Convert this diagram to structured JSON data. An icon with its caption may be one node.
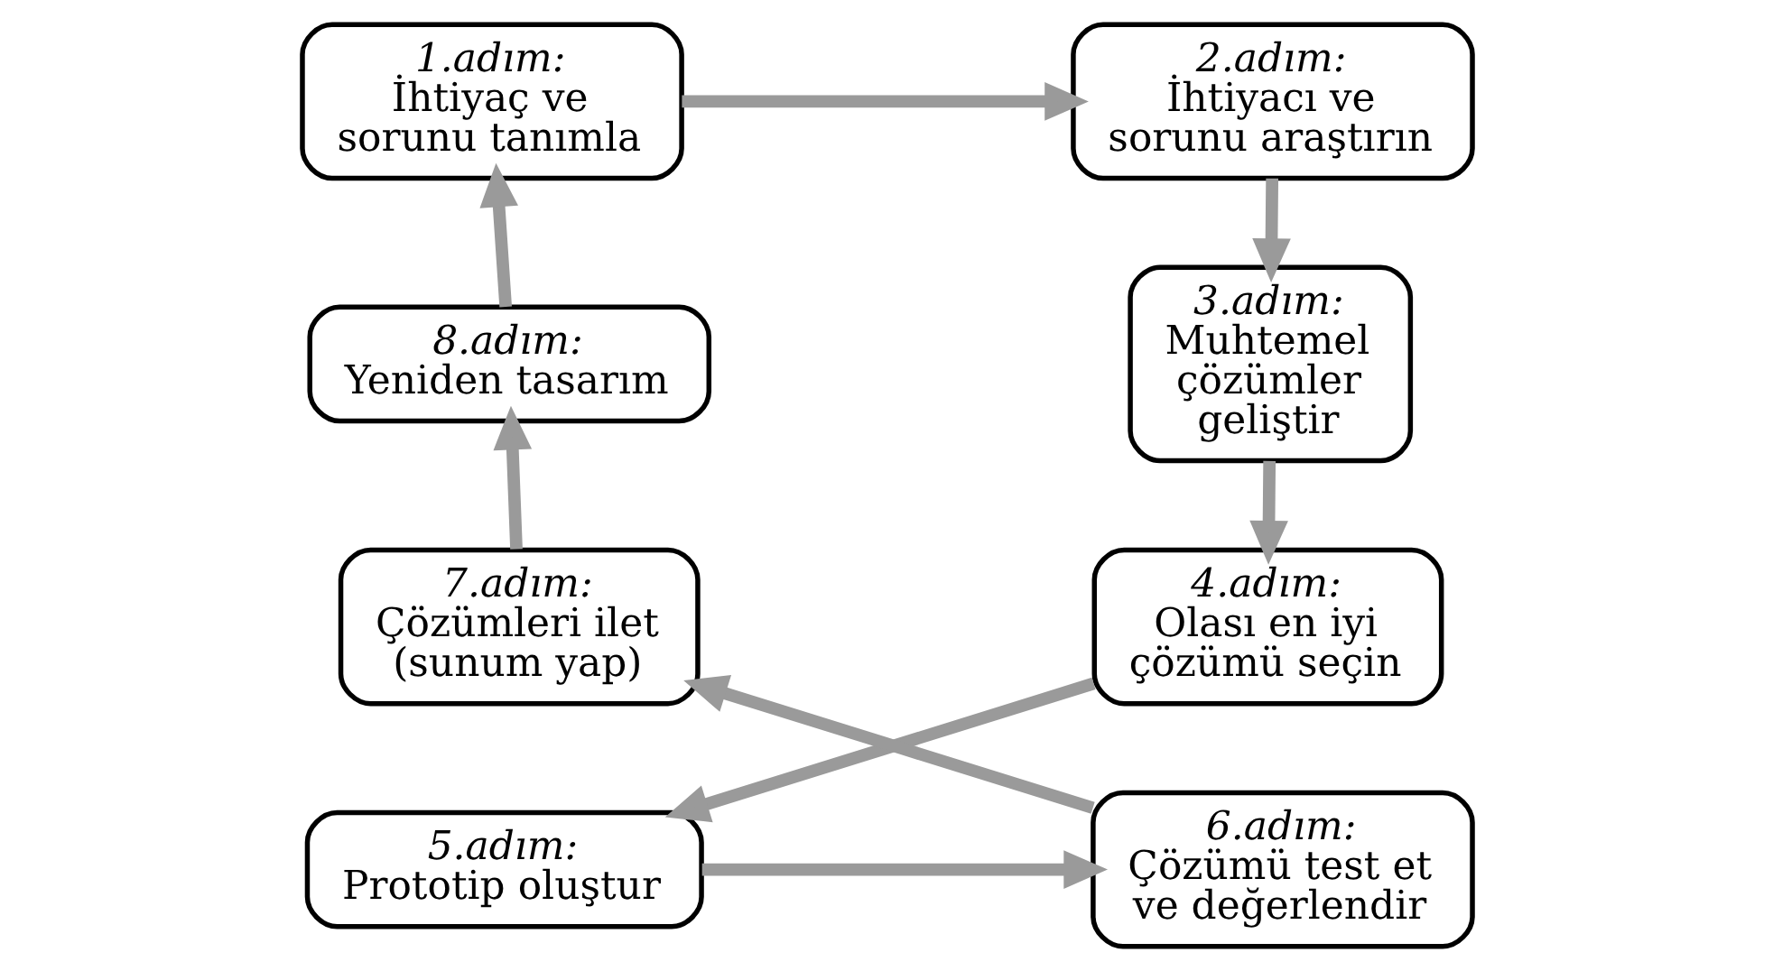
{
  "diagram": {
    "nodes": [
      {
        "text": [
          "1.adım:",
          "İhtiyaç ve sorunu tanımla"
        ]
      },
      {
        "text": [
          "2.adım:",
          "İhtiyacı ve sorunu araştırın"
        ]
      },
      {
        "text": [
          "3.adım:",
          "Muhtemel çözümler geliştir"
        ]
      },
      {
        "text": [
          "4.adım:",
          "Olası en iyi çözümü seçin"
        ]
      },
      {
        "text": [
          "5.adım:",
          "Prototip oluştur"
        ]
      },
      {
        "text": [
          "6.adım:",
          "Çözümü test et ve değerlendir"
        ]
      },
      {
        "text": [
          "7.adım:",
          "Çözümleri ilet (sunum yap)"
        ]
      },
      {
        "text": [
          "8.adım:",
          "Yeniden tasarım"
        ]
      }
    ],
    "edges": [
      {
        "from": 0,
        "to": 1,
        "arrow": "to"
      },
      {
        "from": 1,
        "to": 2,
        "arrow": "to"
      },
      {
        "from": 2,
        "to": 3,
        "arrow": "to"
      },
      {
        "from": 3,
        "to": 4,
        "arrow": "to"
      },
      {
        "from": 4,
        "to": 5,
        "arrow": "to"
      },
      {
        "from": 5,
        "to": 6,
        "arrow": "to"
      },
      {
        "from": 6,
        "to": 7,
        "arrow": "to"
      },
      {
        "from": 7,
        "to": 0,
        "arrow": "to"
      }
    ]
  }
}
